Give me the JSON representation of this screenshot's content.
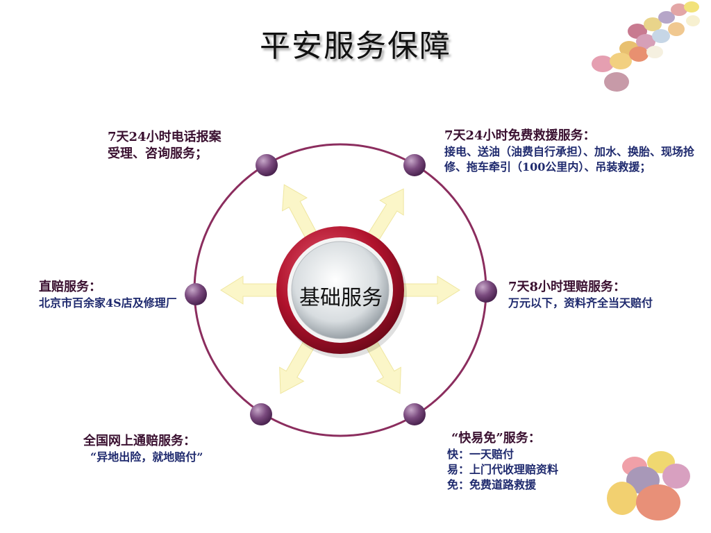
{
  "title": "平安服务保障",
  "center": "基础服务",
  "nodes": [
    {
      "head": "7天24小时电话报案",
      "body": "受理、咨询服务；"
    },
    {
      "head": "7天24小时免费救援服务：",
      "body": " 接电、送油（油费自行承担）、加水、换胎、现场抢修、拖车牵引（100公里内）、吊装救援；"
    },
    {
      "head": "直赔服务：",
      "body": "北京市百余家4S店及修理厂"
    },
    {
      "head": "7天8小时理赔服务：",
      "body": "万元以下，资料齐全当天赔付"
    },
    {
      "head": "全国网上通赔服务：",
      "body": "“异地出险，就地赔付”"
    },
    {
      "head": "“快易免”服务：",
      "lines": [
        "快：一天赔付",
        "易：上门代收理赔资料",
        "免：免费道路救援"
      ]
    }
  ],
  "colors": {
    "ring": "#8b2d5e",
    "node": "#7a4a7e",
    "arrow": "#fbf6c8",
    "center_ring": "#b0122c"
  }
}
